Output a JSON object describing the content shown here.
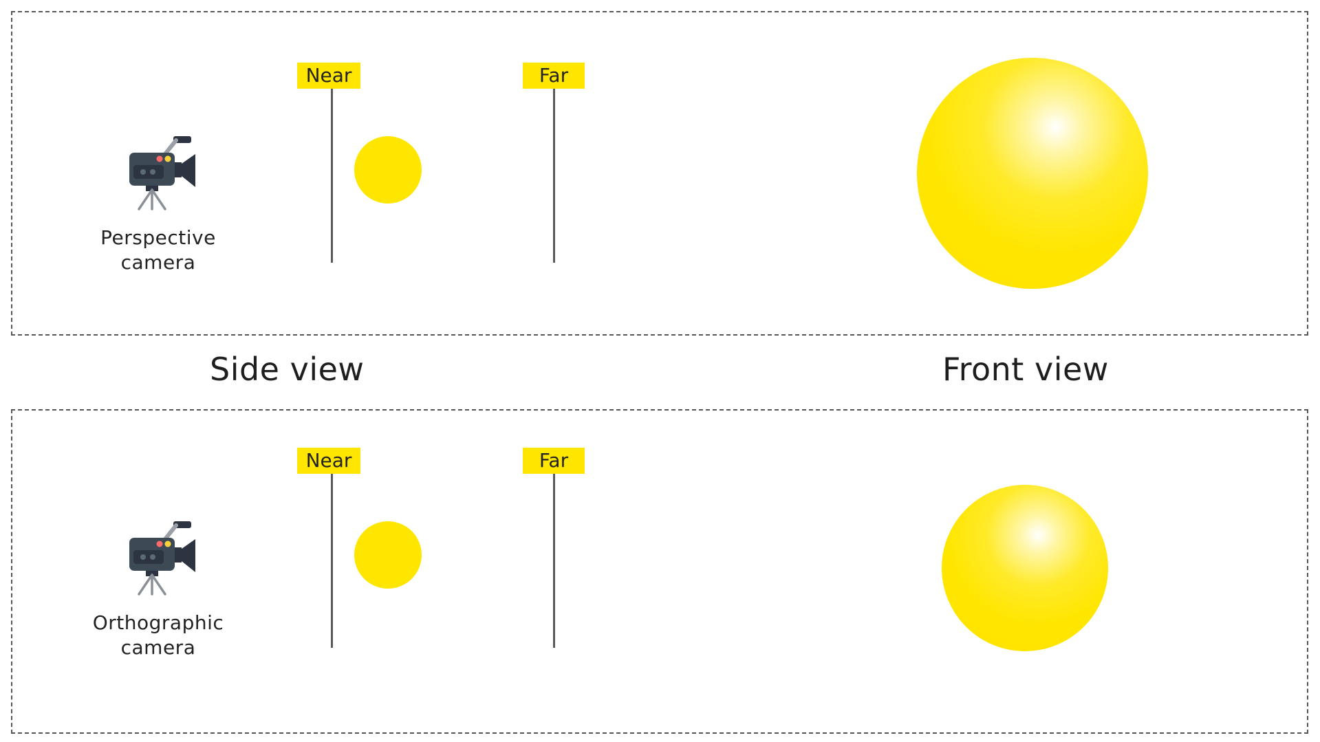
{
  "colors": {
    "accent_yellow": "#ffe600",
    "line_gray": "#5a5a5a",
    "camera_body": "#3d4a55",
    "text": "#222222"
  },
  "titles": {
    "side_view": "Side view",
    "front_view": "Front view"
  },
  "panels": [
    {
      "camera_icon": "video-camera-icon",
      "camera_label_line1": "Perspective",
      "camera_label_line2": "camera",
      "near_label": "Near",
      "far_label": "Far"
    },
    {
      "camera_icon": "video-camera-icon",
      "camera_label_line1": "Orthographic",
      "camera_label_line2": "camera",
      "near_label": "Near",
      "far_label": "Far"
    }
  ]
}
